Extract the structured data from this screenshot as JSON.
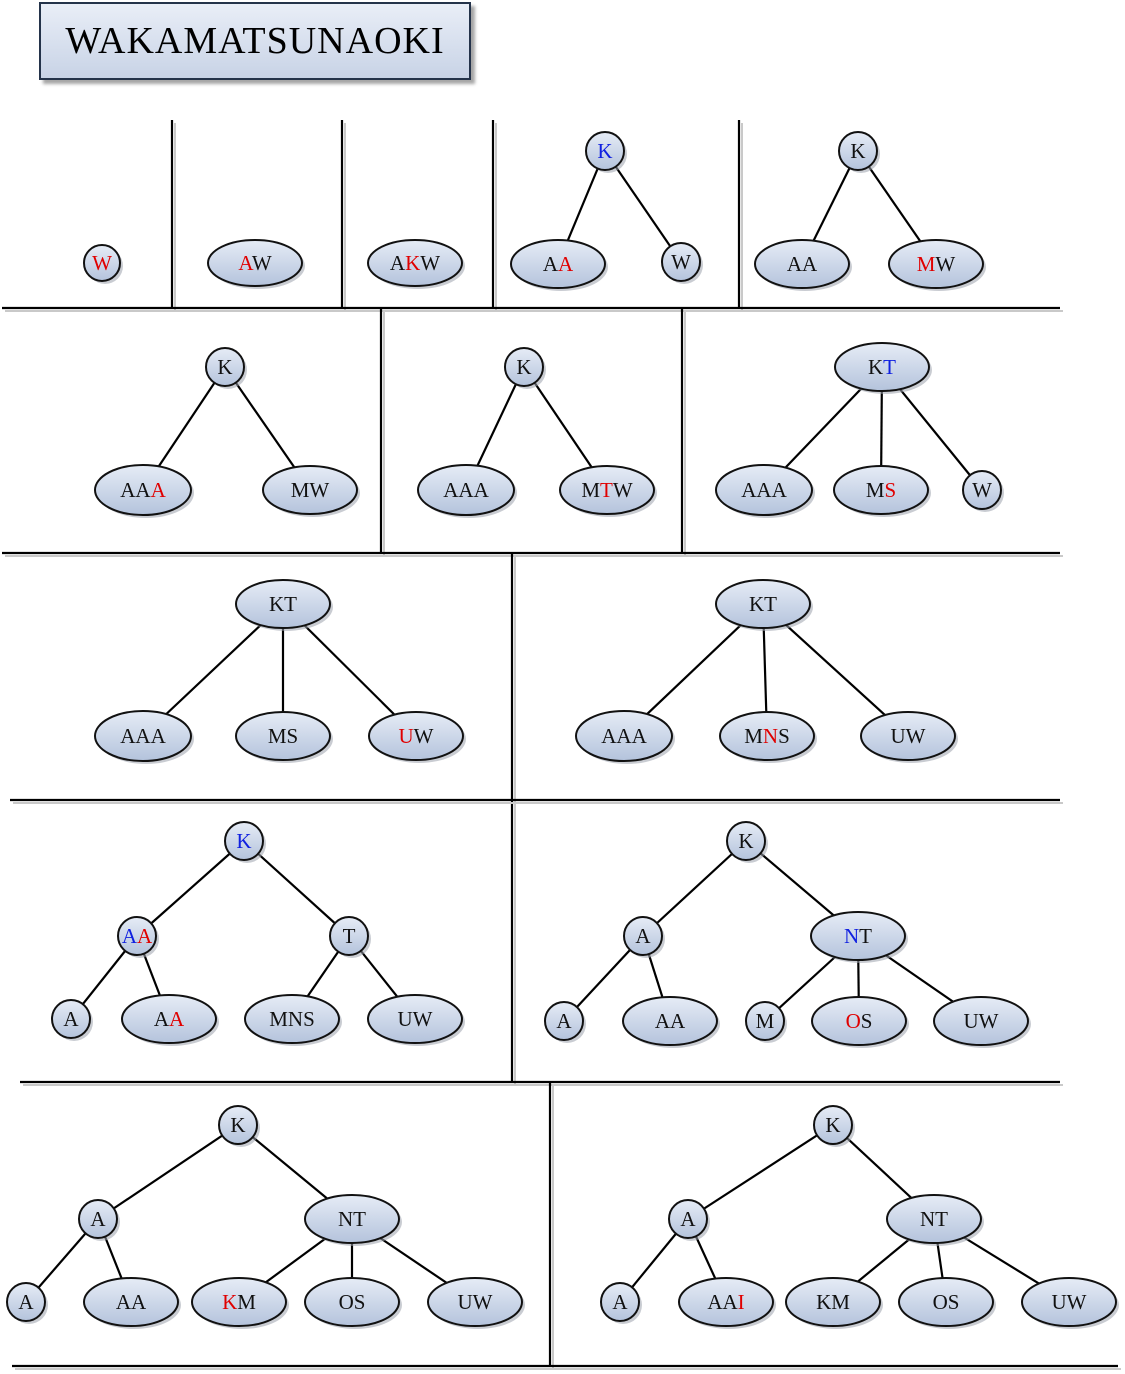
{
  "title": "WAKAMATSUNAOKI",
  "colors": {
    "normal": "#111111",
    "inserted": "#e00000",
    "split": "#1020e0",
    "fill_top": "#e6ecf6",
    "fill_bottom": "#b4c3dc",
    "stroke": "#111111",
    "line": "#000000"
  },
  "panels": [
    {
      "id": "p1",
      "nodes": [
        {
          "id": "n1",
          "label": [
            [
              "W",
              "r"
            ]
          ]
        }
      ],
      "edges": []
    },
    {
      "id": "p2",
      "nodes": [
        {
          "id": "n1",
          "label": [
            [
              "A",
              "r"
            ],
            [
              "W",
              "n"
            ]
          ]
        }
      ],
      "edges": []
    },
    {
      "id": "p3",
      "nodes": [
        {
          "id": "n1",
          "label": [
            [
              "A",
              "n"
            ],
            [
              "K",
              "r"
            ],
            [
              "W",
              "n"
            ]
          ]
        }
      ],
      "edges": []
    },
    {
      "id": "p4",
      "nodes": [
        {
          "id": "k",
          "label": [
            [
              "K",
              "b"
            ]
          ]
        },
        {
          "id": "a",
          "label": [
            [
              "A",
              "n"
            ],
            [
              "A",
              "r"
            ]
          ]
        },
        {
          "id": "w",
          "label": [
            [
              "W",
              "n"
            ]
          ]
        }
      ],
      "edges": [
        [
          "k",
          "a"
        ],
        [
          "k",
          "w"
        ]
      ]
    },
    {
      "id": "p5",
      "nodes": [
        {
          "id": "k",
          "label": [
            [
              "K",
              "n"
            ]
          ]
        },
        {
          "id": "a",
          "label": [
            [
              "AA",
              "n"
            ]
          ]
        },
        {
          "id": "m",
          "label": [
            [
              "M",
              "r"
            ],
            [
              "W",
              "n"
            ]
          ]
        }
      ],
      "edges": [
        [
          "k",
          "a"
        ],
        [
          "k",
          "m"
        ]
      ]
    },
    {
      "id": "p6",
      "nodes": [
        {
          "id": "k",
          "label": [
            [
              "K",
              "n"
            ]
          ]
        },
        {
          "id": "a",
          "label": [
            [
              "AA",
              "n"
            ],
            [
              "A",
              "r"
            ]
          ]
        },
        {
          "id": "m",
          "label": [
            [
              "MW",
              "n"
            ]
          ]
        }
      ],
      "edges": [
        [
          "k",
          "a"
        ],
        [
          "k",
          "m"
        ]
      ]
    },
    {
      "id": "p7",
      "nodes": [
        {
          "id": "k",
          "label": [
            [
              "K",
              "n"
            ]
          ]
        },
        {
          "id": "a",
          "label": [
            [
              "AAA",
              "n"
            ]
          ]
        },
        {
          "id": "m",
          "label": [
            [
              "M",
              "n"
            ],
            [
              "T",
              "r"
            ],
            [
              "W",
              "n"
            ]
          ]
        }
      ],
      "edges": [
        [
          "k",
          "a"
        ],
        [
          "k",
          "m"
        ]
      ]
    },
    {
      "id": "p8",
      "nodes": [
        {
          "id": "k",
          "label": [
            [
              "K",
              "n"
            ],
            [
              "T",
              "b"
            ]
          ]
        },
        {
          "id": "a",
          "label": [
            [
              "AAA",
              "n"
            ]
          ]
        },
        {
          "id": "m",
          "label": [
            [
              "M",
              "n"
            ],
            [
              "S",
              "r"
            ]
          ]
        },
        {
          "id": "w",
          "label": [
            [
              "W",
              "n"
            ]
          ]
        }
      ],
      "edges": [
        [
          "k",
          "a"
        ],
        [
          "k",
          "m"
        ],
        [
          "k",
          "w"
        ]
      ]
    },
    {
      "id": "p9",
      "nodes": [
        {
          "id": "k",
          "label": [
            [
              "KT",
              "n"
            ]
          ]
        },
        {
          "id": "a",
          "label": [
            [
              "AAA",
              "n"
            ]
          ]
        },
        {
          "id": "m",
          "label": [
            [
              "MS",
              "n"
            ]
          ]
        },
        {
          "id": "u",
          "label": [
            [
              "U",
              "r"
            ],
            [
              "W",
              "n"
            ]
          ]
        }
      ],
      "edges": [
        [
          "k",
          "a"
        ],
        [
          "k",
          "m"
        ],
        [
          "k",
          "u"
        ]
      ]
    },
    {
      "id": "p10",
      "nodes": [
        {
          "id": "k",
          "label": [
            [
              "KT",
              "n"
            ]
          ]
        },
        {
          "id": "a",
          "label": [
            [
              "AAA",
              "n"
            ]
          ]
        },
        {
          "id": "m",
          "label": [
            [
              "M",
              "n"
            ],
            [
              "N",
              "r"
            ],
            [
              "S",
              "n"
            ]
          ]
        },
        {
          "id": "u",
          "label": [
            [
              "UW",
              "n"
            ]
          ]
        }
      ],
      "edges": [
        [
          "k",
          "a"
        ],
        [
          "k",
          "m"
        ],
        [
          "k",
          "u"
        ]
      ]
    },
    {
      "id": "p11",
      "nodes": [
        {
          "id": "k",
          "label": [
            [
              "K",
              "b"
            ]
          ]
        },
        {
          "id": "a",
          "label": [
            [
              "A",
              "b"
            ],
            [
              "A",
              "r"
            ]
          ]
        },
        {
          "id": "t",
          "label": [
            [
              "T",
              "n"
            ]
          ]
        },
        {
          "id": "a1",
          "label": [
            [
              "A",
              "n"
            ]
          ]
        },
        {
          "id": "a2",
          "label": [
            [
              "A",
              "n"
            ],
            [
              "A",
              "r"
            ]
          ]
        },
        {
          "id": "mns",
          "label": [
            [
              "MNS",
              "n"
            ]
          ]
        },
        {
          "id": "uw",
          "label": [
            [
              "UW",
              "n"
            ]
          ]
        }
      ],
      "edges": [
        [
          "k",
          "a"
        ],
        [
          "k",
          "t"
        ],
        [
          "a",
          "a1"
        ],
        [
          "a",
          "a2"
        ],
        [
          "t",
          "mns"
        ],
        [
          "t",
          "uw"
        ]
      ]
    },
    {
      "id": "p12",
      "nodes": [
        {
          "id": "k",
          "label": [
            [
              "K",
              "n"
            ]
          ]
        },
        {
          "id": "a",
          "label": [
            [
              "A",
              "n"
            ]
          ]
        },
        {
          "id": "nt",
          "label": [
            [
              "N",
              "b"
            ],
            [
              "T",
              "n"
            ]
          ]
        },
        {
          "id": "a1",
          "label": [
            [
              "A",
              "n"
            ]
          ]
        },
        {
          "id": "a2",
          "label": [
            [
              "AA",
              "n"
            ]
          ]
        },
        {
          "id": "m",
          "label": [
            [
              "M",
              "n"
            ]
          ]
        },
        {
          "id": "os",
          "label": [
            [
              "O",
              "r"
            ],
            [
              "S",
              "n"
            ]
          ]
        },
        {
          "id": "uw",
          "label": [
            [
              "UW",
              "n"
            ]
          ]
        }
      ],
      "edges": [
        [
          "k",
          "a"
        ],
        [
          "k",
          "nt"
        ],
        [
          "a",
          "a1"
        ],
        [
          "a",
          "a2"
        ],
        [
          "nt",
          "m"
        ],
        [
          "nt",
          "os"
        ],
        [
          "nt",
          "uw"
        ]
      ]
    },
    {
      "id": "p13",
      "nodes": [
        {
          "id": "k",
          "label": [
            [
              "K",
              "n"
            ]
          ]
        },
        {
          "id": "a",
          "label": [
            [
              "A",
              "n"
            ]
          ]
        },
        {
          "id": "nt",
          "label": [
            [
              "NT",
              "n"
            ]
          ]
        },
        {
          "id": "a1",
          "label": [
            [
              "A",
              "n"
            ]
          ]
        },
        {
          "id": "a2",
          "label": [
            [
              "AA",
              "n"
            ]
          ]
        },
        {
          "id": "km",
          "label": [
            [
              "K",
              "r"
            ],
            [
              "M",
              "n"
            ]
          ]
        },
        {
          "id": "os",
          "label": [
            [
              "OS",
              "n"
            ]
          ]
        },
        {
          "id": "uw",
          "label": [
            [
              "UW",
              "n"
            ]
          ]
        }
      ],
      "edges": [
        [
          "k",
          "a"
        ],
        [
          "k",
          "nt"
        ],
        [
          "a",
          "a1"
        ],
        [
          "a",
          "a2"
        ],
        [
          "nt",
          "km"
        ],
        [
          "nt",
          "os"
        ],
        [
          "nt",
          "uw"
        ]
      ]
    },
    {
      "id": "p14",
      "nodes": [
        {
          "id": "k",
          "label": [
            [
              "K",
              "n"
            ]
          ]
        },
        {
          "id": "a",
          "label": [
            [
              "A",
              "n"
            ]
          ]
        },
        {
          "id": "nt",
          "label": [
            [
              "NT",
              "n"
            ]
          ]
        },
        {
          "id": "a1",
          "label": [
            [
              "A",
              "n"
            ]
          ]
        },
        {
          "id": "aai",
          "label": [
            [
              "AA",
              "n"
            ],
            [
              "I",
              "r"
            ]
          ]
        },
        {
          "id": "km",
          "label": [
            [
              "KM",
              "n"
            ]
          ]
        },
        {
          "id": "os",
          "label": [
            [
              "OS",
              "n"
            ]
          ]
        },
        {
          "id": "uw",
          "label": [
            [
              "UW",
              "n"
            ]
          ]
        }
      ],
      "edges": [
        [
          "k",
          "a"
        ],
        [
          "k",
          "nt"
        ],
        [
          "a",
          "a1"
        ],
        [
          "a",
          "aai"
        ],
        [
          "nt",
          "km"
        ],
        [
          "nt",
          "os"
        ],
        [
          "nt",
          "uw"
        ]
      ]
    }
  ]
}
